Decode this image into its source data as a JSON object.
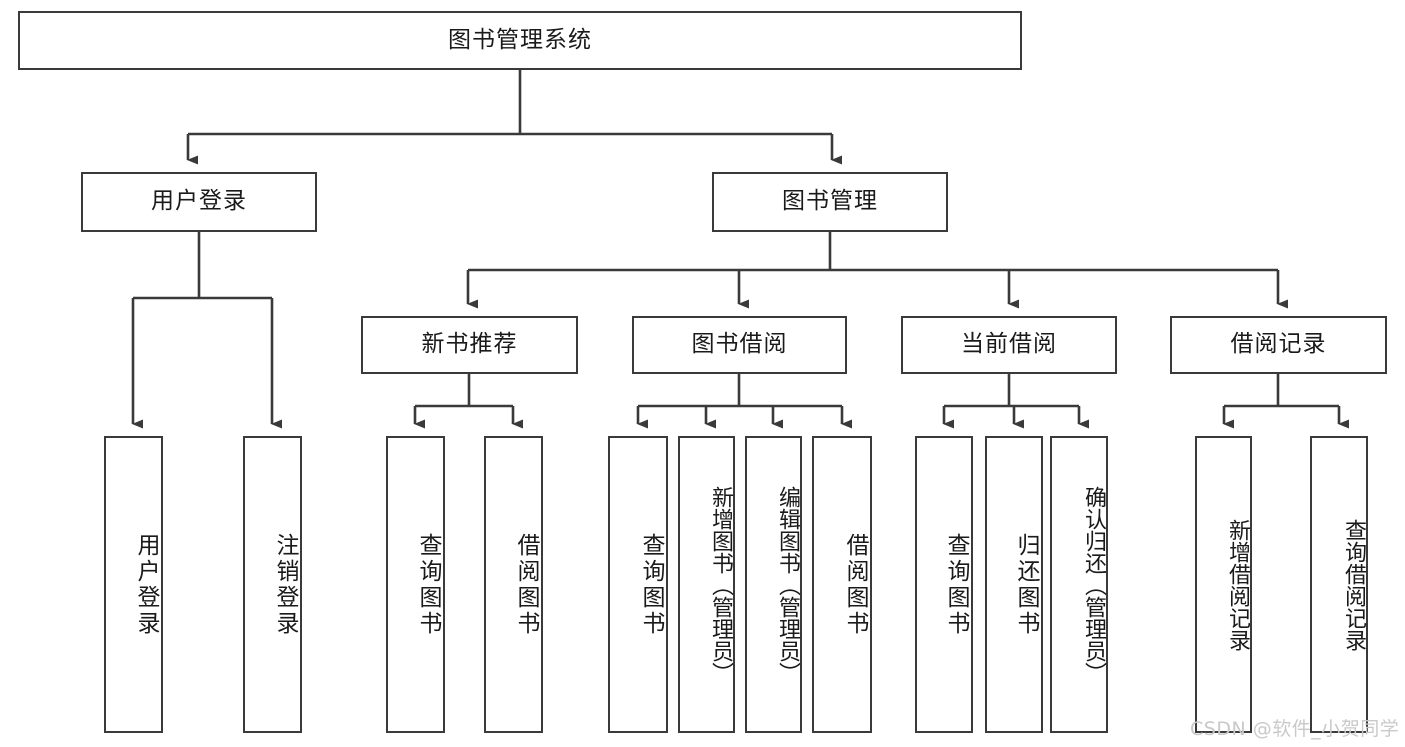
{
  "diagram": {
    "title": "图书管理系统",
    "type": "tree-structure-chart",
    "stroke_color": "#3a3a3a",
    "background_color": "#ffffff",
    "text_color": "#1a1a1a"
  },
  "root": {
    "label": "图书管理系统"
  },
  "level2": [
    {
      "label": "用户登录"
    },
    {
      "label": "图书管理"
    }
  ],
  "level3": [
    {
      "label": "新书推荐"
    },
    {
      "label": "图书借阅"
    },
    {
      "label": "当前借阅"
    },
    {
      "label": "借阅记录"
    }
  ],
  "leaves": {
    "user_login": [
      {
        "label": "用户登录"
      },
      {
        "label": "注销登录"
      }
    ],
    "new_book_recommend": [
      {
        "label": "查询图书"
      },
      {
        "label": "借阅图书"
      }
    ],
    "book_borrow": [
      {
        "label": "查询图书"
      },
      {
        "label": "新增图书（管理员）"
      },
      {
        "label": "编辑图书（管理员）"
      },
      {
        "label": "借阅图书"
      }
    ],
    "current_borrow": [
      {
        "label": "查询图书"
      },
      {
        "label": "归还图书"
      },
      {
        "label": "确认归还（管理员）"
      }
    ],
    "borrow_record": [
      {
        "label": "新增借阅记录"
      },
      {
        "label": "查询借阅记录"
      }
    ]
  },
  "watermark": {
    "text": "CSDN @软件_小贺同学"
  }
}
